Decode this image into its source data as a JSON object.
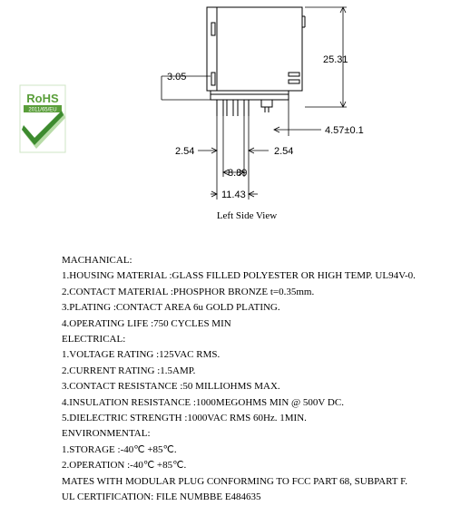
{
  "rohs_logo": {
    "title": "RoHS",
    "subtitle": "2011/65/EU",
    "colors": {
      "green": "#5a9e3a",
      "check": "#3d8b2f",
      "light": "#b8dca8"
    }
  },
  "drawing": {
    "dimensions": {
      "height": "25.31",
      "tab": "3.05",
      "offset": "4.57±0.1",
      "pitch_left": "2.54",
      "pitch_right": "2.54",
      "spacing_mid": "8.89",
      "spacing_outer": "11.43"
    },
    "caption": "Left Side View"
  },
  "specs": [
    "MACHANICAL:",
    "1.HOUSING MATERIAL :GLASS FILLED POLYESTER OR HIGH TEMP. UL94V-0.",
    "2.CONTACT MATERIAL :PHOSPHOR BRONZE t=0.35mm.",
    "3.PLATING :CONTACT AREA 6u GOLD PLATING.",
    "4.OPERATING LIFE :750 CYCLES MIN",
    "ELECTRICAL:",
    "1.VOLTAGE RATING :125VAC RMS.",
    "2.CURRENT RATING :1.5AMP.",
    "3.CONTACT RESISTANCE :50 MILLIOHMS MAX.",
    "4.INSULATION RESISTANCE :1000MEGOHMS MIN @ 500V DC.",
    "5.DIELECTRIC STRENGTH :1000VAC RMS 60Hz. 1MIN.",
    "ENVIRONMENTAL:",
    "1.STORAGE :-40℃ +85℃.",
    "2.OPERATION :-40℃ +85℃.",
    "MATES WITH MODULAR PLUG CONFORMING TO FCC PART 68, SUBPART F.",
    "UL CERTIFICATION: FILE NUMBBE E484635"
  ]
}
